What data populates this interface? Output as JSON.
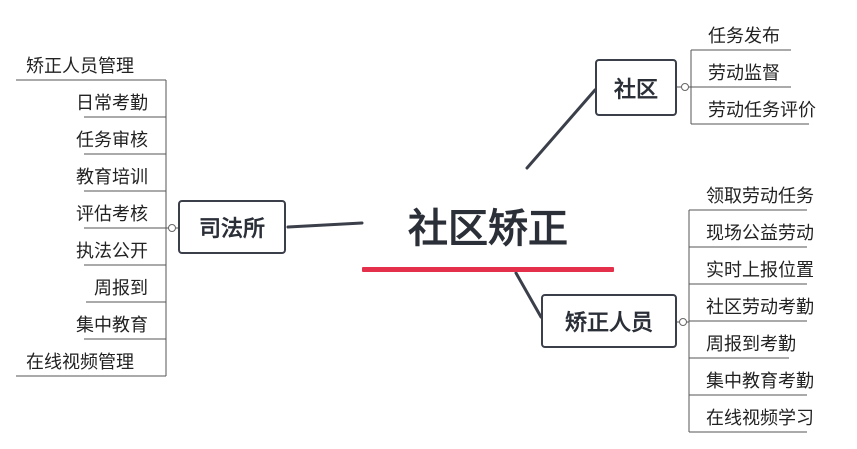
{
  "root": {
    "label": "社区矫正"
  },
  "branches": [
    {
      "key": "sifasuo",
      "label": "司法所",
      "side": "left",
      "items": [
        "矫正人员管理",
        "日常考勤",
        "任务审核",
        "教育培训",
        "评估考核",
        "执法公开",
        "周报到",
        "集中教育",
        "在线视频管理"
      ]
    },
    {
      "key": "shequ",
      "label": "社区",
      "side": "right",
      "items": [
        "任务发布",
        "劳动监督",
        "劳动任务评价"
      ]
    },
    {
      "key": "jiaozheng",
      "label": "矫正人员",
      "side": "right",
      "items": [
        "领取劳动任务",
        "现场公益劳动",
        "实时上报位置",
        "社区劳动考勤",
        "周报到考勤",
        "集中教育考勤",
        "在线视频学习"
      ]
    }
  ],
  "colors": {
    "line": "#3a3f4a",
    "accent": "#e5304b",
    "leaf_line": "#555555"
  }
}
